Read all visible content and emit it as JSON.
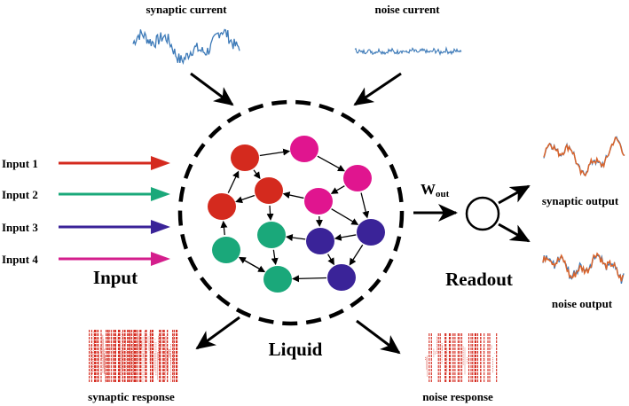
{
  "labels": {
    "synaptic_current": "synaptic current",
    "noise_current": "noise current",
    "input_section": "Input",
    "liquid": "Liquid",
    "readout": "Readout",
    "w_out_main": "W",
    "w_out_sub": "out",
    "synaptic_output": "synaptic output",
    "noise_output": "noise output",
    "synaptic_response": "synaptic response",
    "noise_response": "noise response"
  },
  "inputs": [
    {
      "label": "Input 1",
      "color": "#d42a1e"
    },
    {
      "label": "Input 2",
      "color": "#1aa87a"
    },
    {
      "label": "Input 3",
      "color": "#3a2398"
    },
    {
      "label": "Input 4",
      "color": "#d41e8c"
    }
  ],
  "colors": {
    "red_neuron": "#d42a1e",
    "green_neuron": "#1aa87a",
    "blue_neuron": "#3a2398",
    "magenta_neuron": "#e0158f",
    "signal_blue": "#3d7ab8",
    "signal_orange": "#d9632a",
    "raster_red": "#d42a1e"
  }
}
